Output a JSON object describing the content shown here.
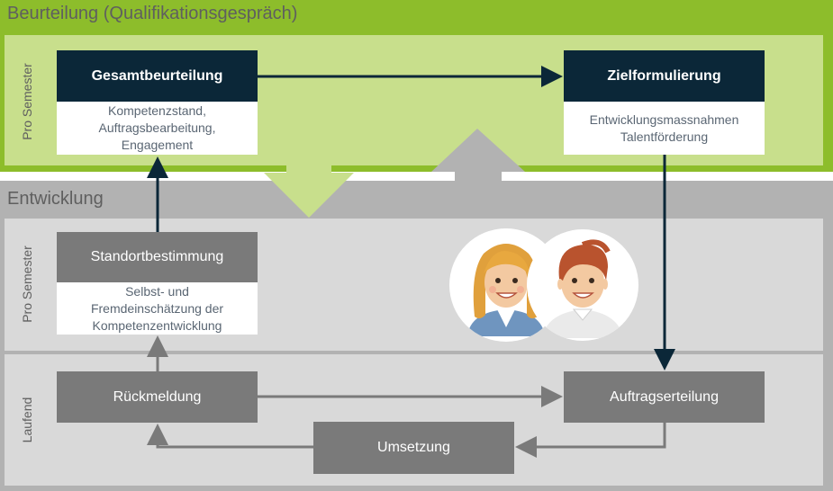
{
  "sections": {
    "beurteilung": {
      "title": "Beurteilung (Qualifikationsgespräch)",
      "row_label": "Pro Semester"
    },
    "entwicklung": {
      "title": "Entwicklung",
      "row_label_semester": "Pro Semester",
      "row_label_laufend": "Laufend"
    }
  },
  "boxes": {
    "gesamtbeurteilung": {
      "title": "Gesamtbeurteilung",
      "lines": [
        "Kompetenzstand,",
        "Auftragsbearbeitung,",
        "Engagement"
      ]
    },
    "zielformulierung": {
      "title": "Zielformulierung",
      "lines": [
        "Entwicklungsmassnahmen",
        "Talentförderung"
      ]
    },
    "standortbestimmung": {
      "title": "Standortbestimmung",
      "lines": [
        "Selbst- und",
        "Fremdeinschätzung der",
        "Kompetenzentwicklung"
      ]
    },
    "rueckmeldung": {
      "title": "Rückmeldung"
    },
    "auftragserteilung": {
      "title": "Auftragserteilung"
    },
    "umsetzung": {
      "title": "Umsetzung"
    }
  },
  "colors": {
    "green_band": "#8dbd2b",
    "green_light": "#c8df8c",
    "grey_band": "#b2b2b2",
    "grey_light": "#d9d9d9",
    "dark_box": "#0b2738",
    "grey_box": "#7a7a7a"
  }
}
